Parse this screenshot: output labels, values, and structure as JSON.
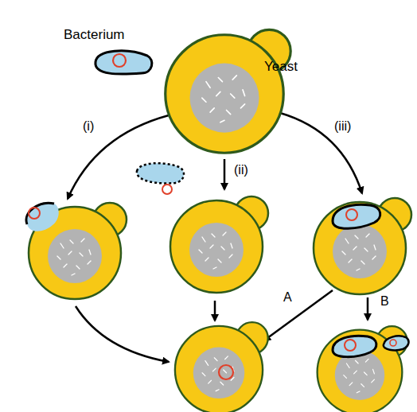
{
  "diagram": {
    "nodes": [
      {
        "text": [
          "Bacterium"
        ]
      },
      {
        "text": [
          "Yeast"
        ]
      }
    ],
    "labels": [
      "(i)",
      "(ii)",
      "(iii)",
      "A",
      "B"
    ]
  }
}
